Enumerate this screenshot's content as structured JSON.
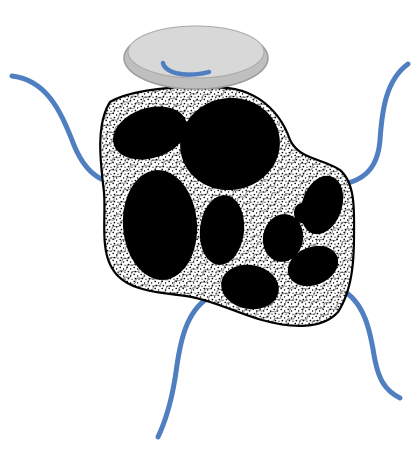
{
  "colors": {
    "background": "#ffffff",
    "cap_fill": "#c8c8c8",
    "cap_stroke": "#9a9a9a",
    "cap_ring": "#d8d8d8",
    "tendril": "#4f7fc0",
    "cell_fill": "#000000",
    "body_outline": "#000000",
    "stipple": "#000000"
  },
  "figure": {
    "cap_count": 1,
    "tendril_count": 4,
    "cell_count": 9
  },
  "icons": {
    "cap": "grey-ellipse-cap",
    "hook": "blue-hook",
    "tendril": "blue-curved-line",
    "body": "stippled-irregular-blob",
    "cell": "black-oval-vacuole"
  }
}
